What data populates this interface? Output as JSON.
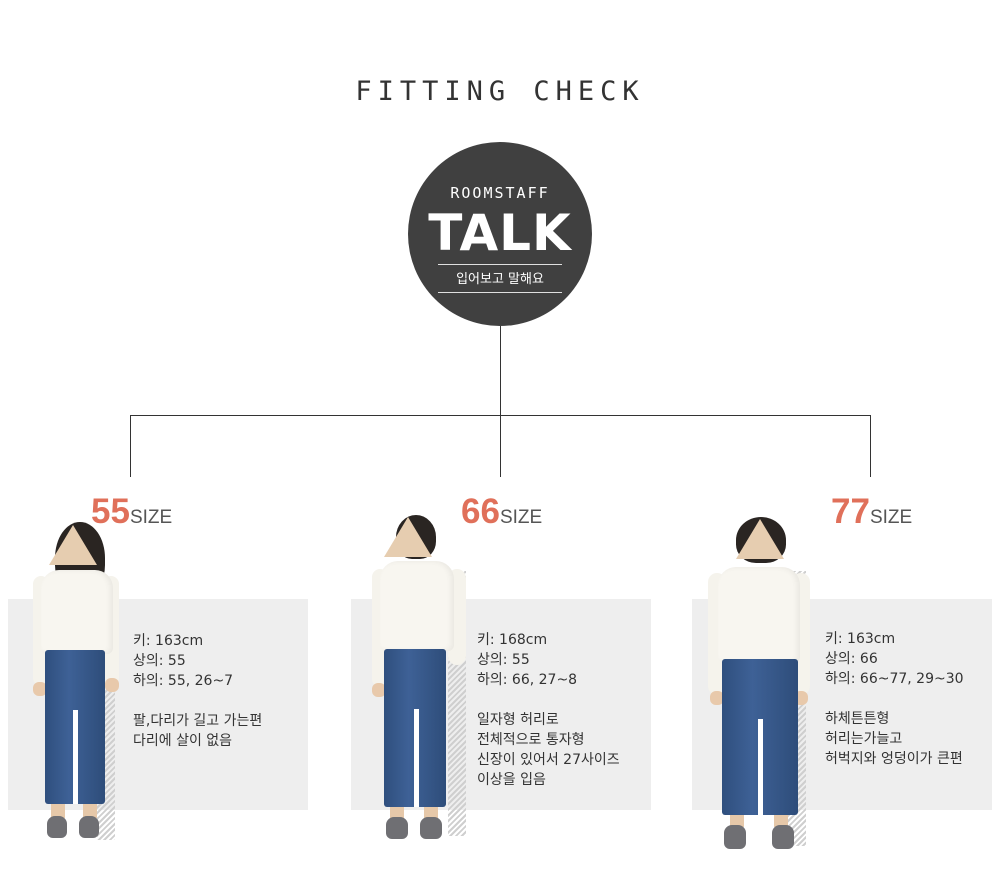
{
  "header": {
    "title": "FITTING CHECK"
  },
  "badge": {
    "subtitle": "ROOMSTAFF",
    "main": "TALK",
    "tagline": "입어보고 말해요"
  },
  "colors": {
    "accent": "#e0705a",
    "circle": "#404040",
    "panel": "#eeeeee"
  },
  "models": [
    {
      "size": "55",
      "suffix": "SIZE",
      "lines": [
        "키: 163cm",
        "상의: 55",
        "하의: 55, 26~7"
      ],
      "notes": [
        "팔,다리가 길고 가는편",
        "다리에 살이 없음"
      ]
    },
    {
      "size": "66",
      "suffix": "SIZE",
      "lines": [
        "키: 168cm",
        "상의: 55",
        "하의: 66, 27~8"
      ],
      "notes": [
        "일자형 허리로",
        "전체적으로 통자형",
        "신장이 있어서 27사이즈",
        "이상을 입음"
      ]
    },
    {
      "size": "77",
      "suffix": "SIZE",
      "lines": [
        "키: 163cm",
        "상의: 66",
        "하의: 66~77, 29~30"
      ],
      "notes": [
        "하체튼튼형",
        "허리는가늘고",
        "허벅지와 엉덩이가 큰편"
      ]
    }
  ]
}
